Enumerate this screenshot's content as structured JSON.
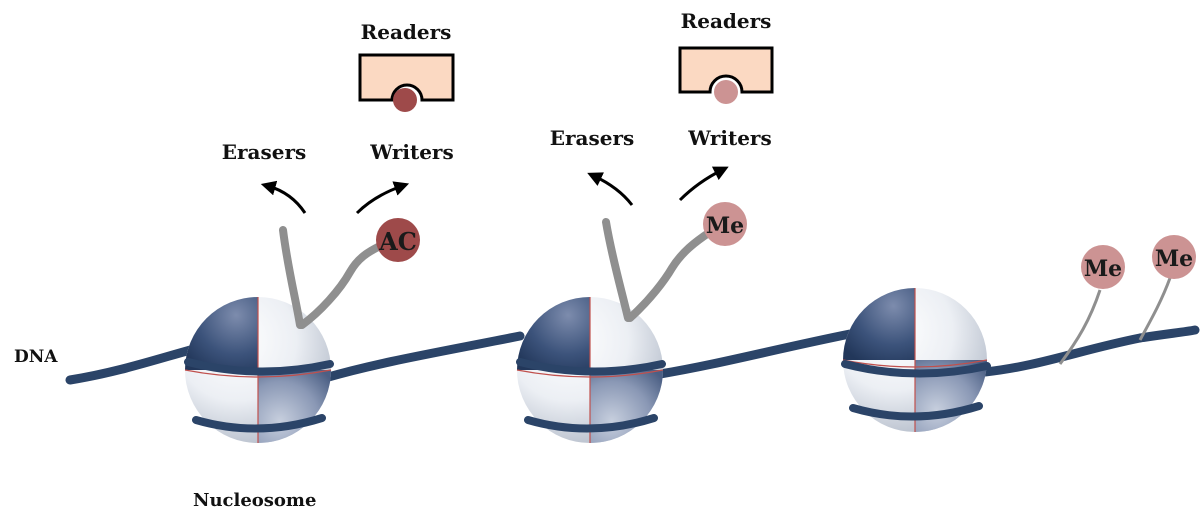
{
  "labels": {
    "dna": "DNA",
    "nucleosome": "Nucleosome",
    "readers_1": "Readers",
    "readers_2": "Readers",
    "erasers_1": "Erasers",
    "writers_1": "Writers",
    "erasers_2": "Erasers",
    "writers_2": "Writers"
  },
  "marks": {
    "acetyl": "AC",
    "methyl_1": "Me",
    "methyl_2": "Me",
    "methyl_3": "Me"
  },
  "colors": {
    "dna": "#2b4468",
    "histone_tail": "#8f8f8f",
    "acetyl_mark": "#9e4a4a",
    "methyl_mark": "#cc9393",
    "reader_box": "#fbd9c2",
    "arrow": "#000000"
  }
}
